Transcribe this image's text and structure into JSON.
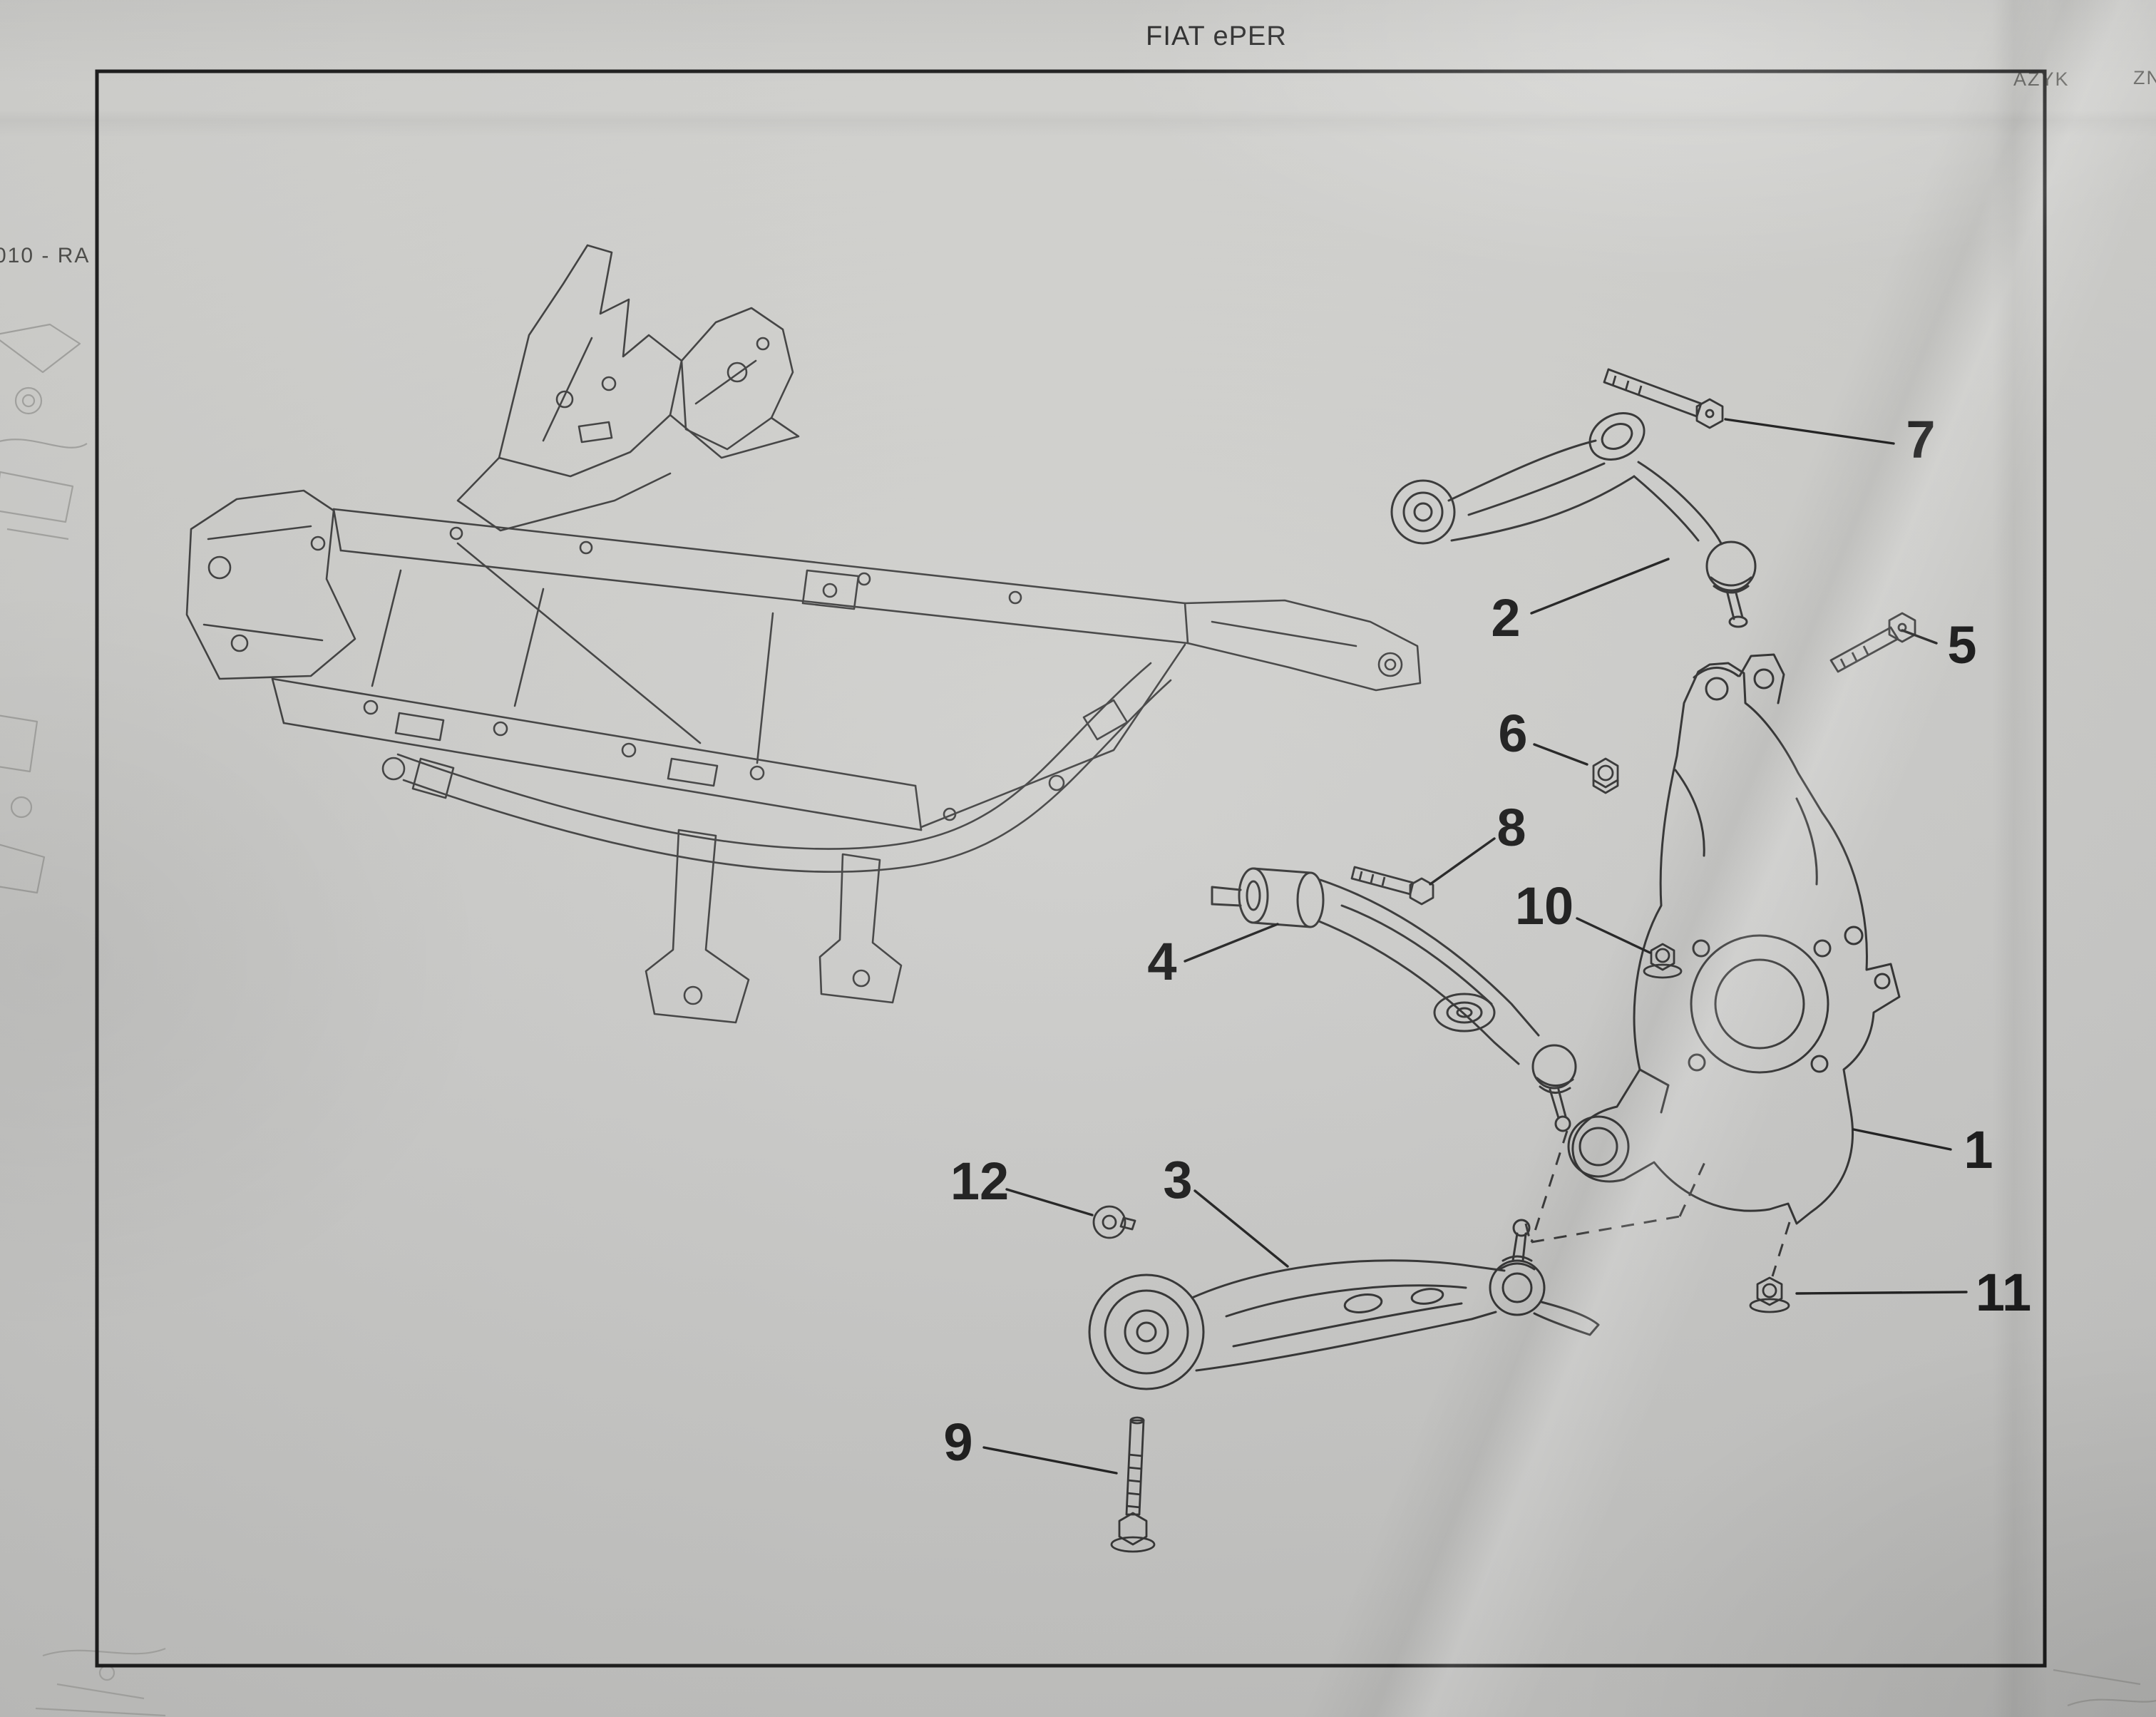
{
  "page": {
    "title": "FIAT ePER",
    "edge_texts": {
      "left": "010 - RA",
      "top_right_a": "AZYK",
      "top_right_b": "ZN"
    },
    "colors": {
      "paper": "#cfcfcc",
      "ink": "#2f2f2f"
    }
  },
  "diagram": {
    "callouts": [
      {
        "label": "1"
      },
      {
        "label": "2"
      },
      {
        "label": "3"
      },
      {
        "label": "4"
      },
      {
        "label": "5"
      },
      {
        "label": "6"
      },
      {
        "label": "7"
      },
      {
        "label": "8"
      },
      {
        "label": "9"
      },
      {
        "label": "10"
      },
      {
        "label": "11"
      },
      {
        "label": "12"
      }
    ]
  }
}
